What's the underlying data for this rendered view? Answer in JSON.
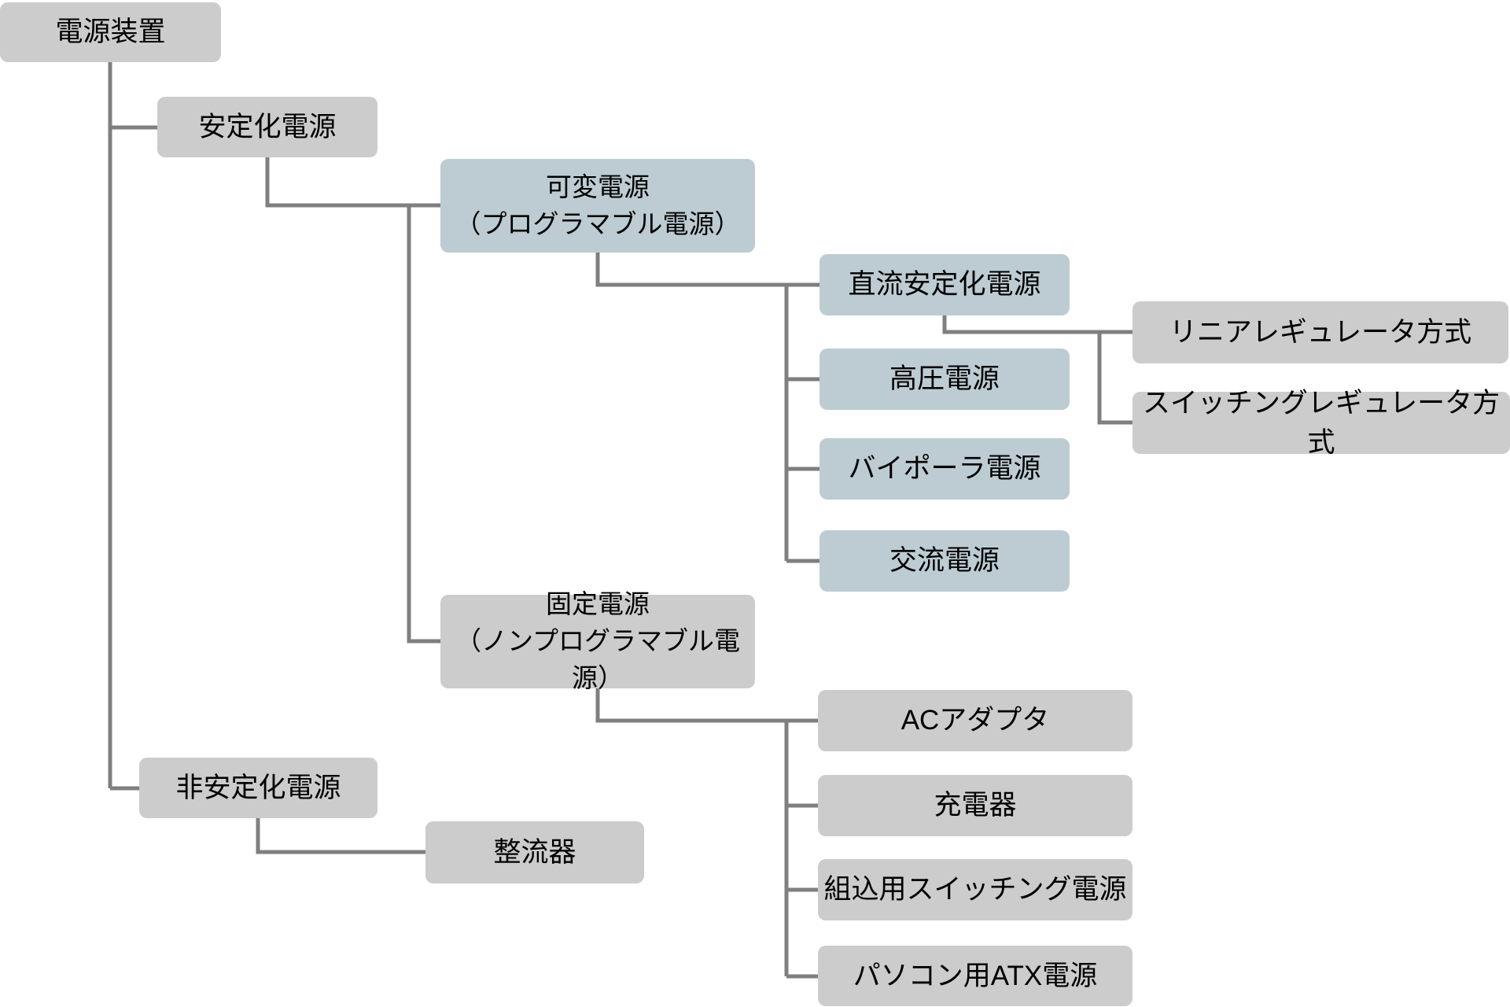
{
  "colors": {
    "box_gray": "#cccccc",
    "box_blue": "#bdccd2",
    "line": "#7f7f7f",
    "text": "#000000"
  },
  "tree": {
    "label": "電源装置",
    "children": [
      {
        "label": "安定化電源",
        "children": [
          {
            "label": "可変電源\n（プログラマブル電源）",
            "children": [
              {
                "label": "直流安定化電源",
                "children": [
                  {
                    "label": "リニアレギュレータ方式"
                  },
                  {
                    "label": "スイッチングレギュレータ方式"
                  }
                ]
              },
              {
                "label": "高圧電源"
              },
              {
                "label": "バイポーラ電源"
              },
              {
                "label": "交流電源"
              }
            ]
          },
          {
            "label": "固定電源\n（ノンプログラマブル電源）",
            "children": [
              {
                "label": "ACアダプタ"
              },
              {
                "label": "充電器"
              },
              {
                "label": "組込用スイッチング電源"
              },
              {
                "label": "パソコン用ATX電源"
              }
            ]
          }
        ]
      },
      {
        "label": "非安定化電源",
        "children": [
          {
            "label": "整流器"
          }
        ]
      }
    ]
  }
}
